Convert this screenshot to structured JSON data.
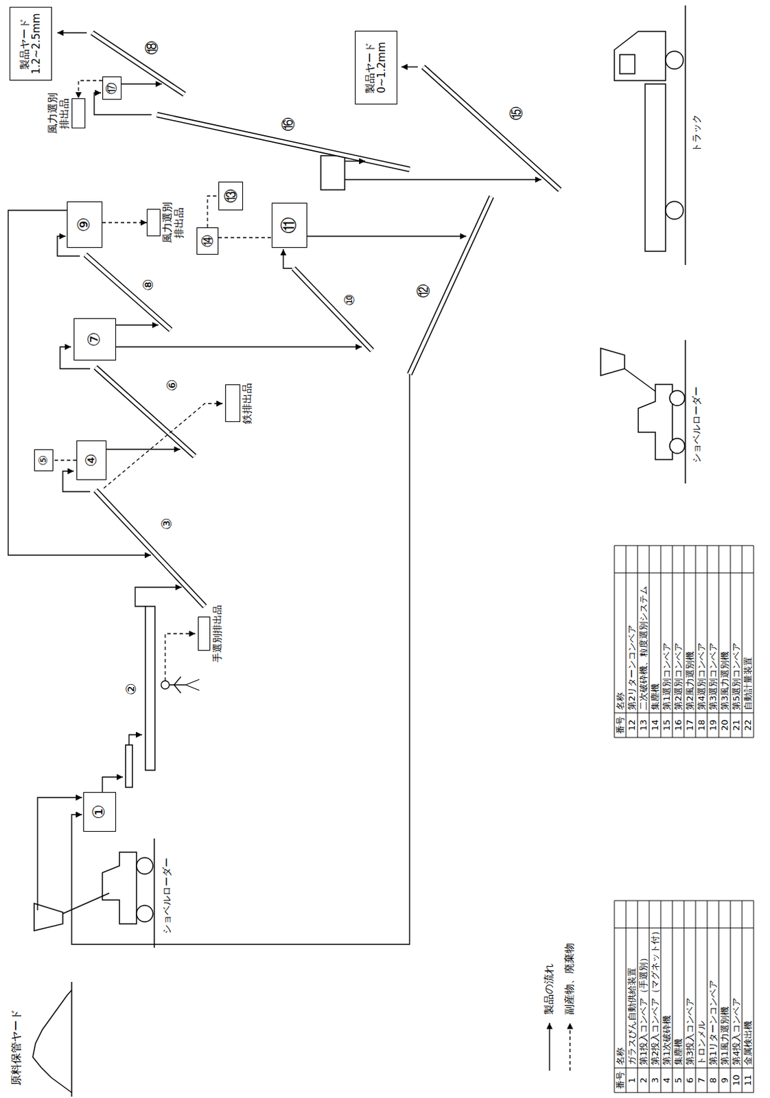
{
  "diagram": {
    "nodes": [
      {
        "text": [
          "①"
        ]
      },
      {
        "text": [
          "手選別排出品"
        ]
      },
      {
        "text": [
          "鉄排出品"
        ]
      },
      {
        "text": [
          "④"
        ]
      },
      {
        "text": [
          "⑤"
        ]
      },
      {
        "text": [
          "⑦"
        ]
      },
      {
        "text": [
          "⑨"
        ]
      },
      {
        "text": [
          "風力選別 排出品"
        ]
      },
      {
        "text": [
          "⑭"
        ]
      },
      {
        "text": [
          "⑬"
        ]
      },
      {
        "text": [
          "⑪"
        ]
      },
      {
        "text": [
          "⑰"
        ]
      },
      {
        "text": [
          "風力選別 排出品"
        ]
      },
      {
        "text": [
          "製品ヤード 1.2~2.5mm"
        ]
      },
      {
        "text": [
          "製品ヤード 0~1.2mm"
        ]
      }
    ],
    "edges": [
      {
        "from": 3,
        "to": 4,
        "arrow": "none"
      },
      {
        "from": 6,
        "to": 7,
        "arrow": "to"
      },
      {
        "from": 8,
        "to": 10,
        "arrow": "none"
      },
      {
        "from": 8,
        "to": 9,
        "arrow": "none"
      },
      {
        "from": 11,
        "to": 12,
        "arrow": "to"
      }
    ],
    "labels": [
      "原料保管ヤード",
      "ショベルローダー",
      "②",
      "③",
      "⑥",
      "⑧",
      "⑩",
      "⑫",
      "⑮",
      "⑯",
      "⑱",
      "ショベルローダー",
      "トラック",
      "番号",
      "名称",
      "1",
      "ガラスびん自動供給装置",
      "2",
      "第1投入コンベア（手選別）",
      "3",
      "第2投入コンベア（マグネット付）",
      "4",
      "第1次破砕機",
      "5",
      "集塵機",
      "6",
      "第3投入コンベア",
      "7",
      "トロンメル",
      "8",
      "第1リターンコンベア",
      "9",
      "第1風力選別機",
      "10",
      "第4投入コンベア",
      "11",
      "金属検出機",
      "番号",
      "名称",
      "12",
      "第2リターンコンベア",
      "13",
      "二次破砕機、粒度選別システム",
      "14",
      "集塵機",
      "15",
      "第1選別コンベア",
      "16",
      "第2選別コンベア",
      "17",
      "第2風力選別機",
      "18",
      "第4選別コンベア",
      "19",
      "第3選別コンベア",
      "20",
      "第3風力選別機",
      "21",
      "第5選別コンベア",
      "22",
      "自動計量装置"
    ],
    "legend": [
      {
        "text": "製品の流れ"
      },
      {
        "text": "副産物、廃棄物"
      }
    ]
  }
}
